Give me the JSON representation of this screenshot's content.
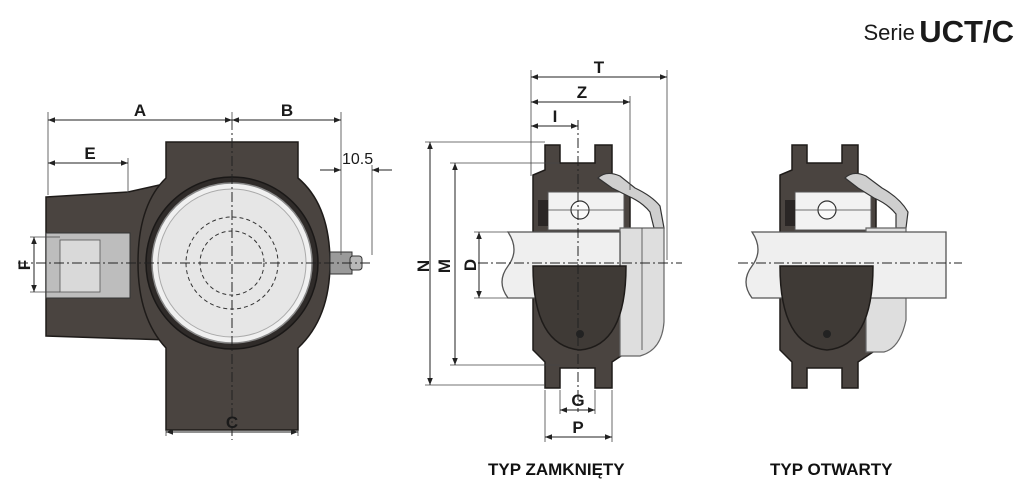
{
  "header": {
    "series_prefix": "Serie",
    "series_code": "UCT/C"
  },
  "dimensions": {
    "A": "A",
    "B": "B",
    "C": "C",
    "E": "E",
    "F": "F",
    "T": "T",
    "Z": "Z",
    "I": "I",
    "N": "N",
    "M": "M",
    "D": "D",
    "G": "G",
    "P": "P",
    "grease_offset": "10.5"
  },
  "captions": {
    "closed": "TYP ZAMKNIĘTY",
    "open": "TYP OTWARTY"
  }
}
